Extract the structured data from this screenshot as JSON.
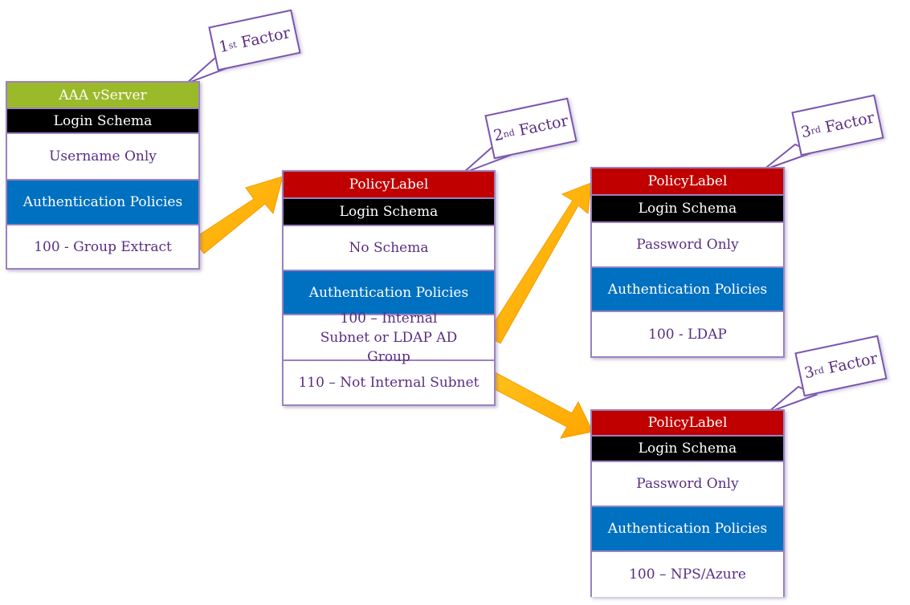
{
  "factor_callouts": [
    {
      "num": "1",
      "sup": "st",
      "label": "Factor"
    },
    {
      "num": "2",
      "sup": "nd",
      "label": "Factor"
    },
    {
      "num": "3",
      "sup": "rd",
      "label": "Factor"
    },
    {
      "num": "3",
      "sup": "rd",
      "label": "Factor"
    }
  ],
  "boxes": [
    {
      "header": "AAA vServer",
      "schema_header": "Login Schema",
      "schema": "Username Only",
      "policies_header": "Authentication Policies",
      "policies": [
        "100 - Group Extract"
      ]
    },
    {
      "header": "PolicyLabel",
      "schema_header": "Login Schema",
      "schema": "No Schema",
      "policies_header": "Authentication Policies",
      "policies": [
        "100 – Internal Subnet or LDAP AD Group",
        "110 – Not Internal Subnet"
      ]
    },
    {
      "header": "PolicyLabel",
      "schema_header": "Login Schema",
      "schema": "Password Only",
      "policies_header": "Authentication Policies",
      "policies": [
        "100 - LDAP"
      ]
    },
    {
      "header": "PolicyLabel",
      "schema_header": "Login Schema",
      "schema": "Password Only",
      "policies_header": "Authentication Policies",
      "policies": [
        "100 – NPS/Azure"
      ]
    }
  ],
  "colors": {
    "vserver_header": "#9bba2a",
    "policylabel_header": "#c00000",
    "schema_header": "#000000",
    "policies_header": "#0070c0",
    "arrow": "#ffb300",
    "text": "#5a2d82",
    "border": "#9b82bf"
  }
}
